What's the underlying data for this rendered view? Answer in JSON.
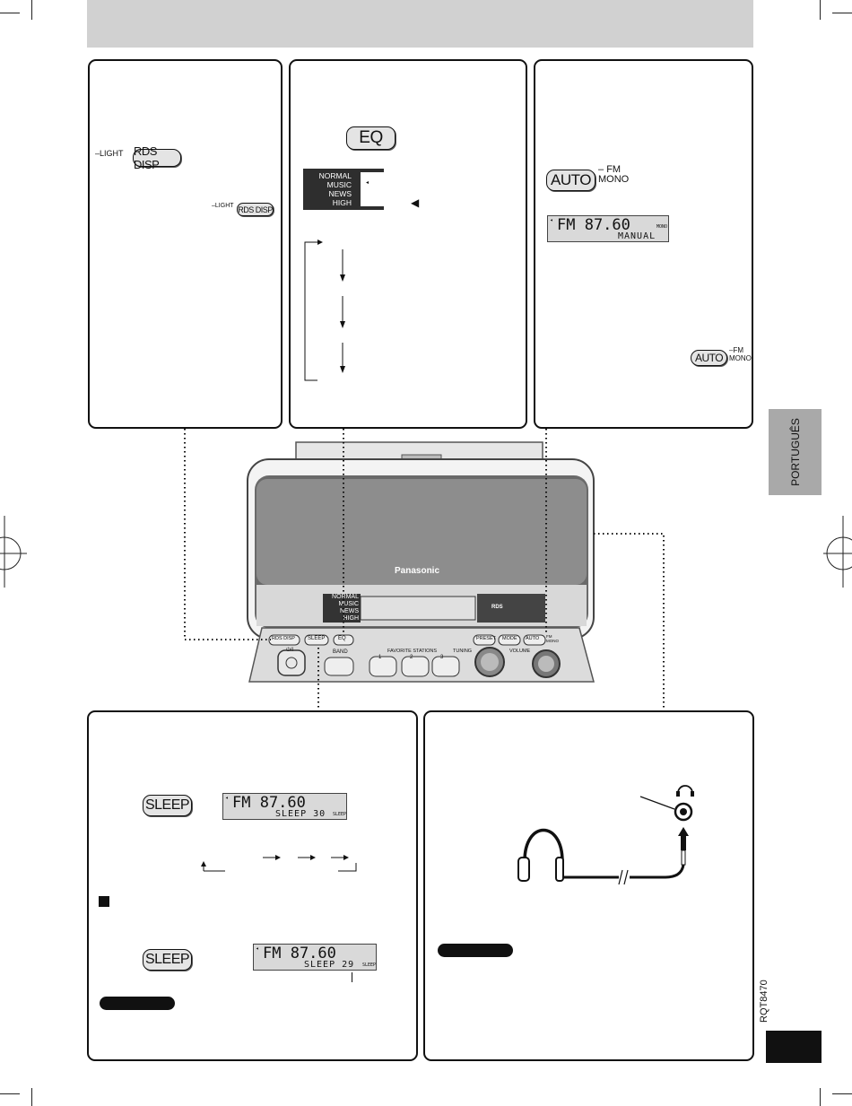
{
  "page": {
    "side_tab_label": "PORTUGUÊS",
    "model_code": "RQT8470"
  },
  "panel_rds": {
    "light_label": "LIGHT",
    "rds_disp_button": "RDS DISP",
    "light_label_small": "LIGHT",
    "rds_disp_button_small": "RDS DISP"
  },
  "panel_eq": {
    "eq_button": "EQ",
    "eq_modes": [
      "NORMAL",
      "MUSIC",
      "NEWS",
      "HIGH"
    ]
  },
  "panel_fm": {
    "auto_button": "AUTO",
    "fm_label": "FM",
    "mono_label": "MONO",
    "display_main": "FM  87.60",
    "display_sub": "MANUAL",
    "display_indicator": "MONO",
    "auto_button_small": "AUTO",
    "fm_label_small": "FM",
    "mono_label_small": "MONO"
  },
  "device": {
    "brand": "Panasonic",
    "rds_logo": "RDS",
    "eq_modes": [
      "NORMAL",
      "MUSIC",
      "NEWS",
      "HIGH"
    ],
    "buttons": {
      "rds_disp": "RDS DISP",
      "sleep": "SLEEP",
      "eq": "EQ",
      "preset": "PRESET",
      "mode": "MODE",
      "auto": "AUTO",
      "fm_mono": "FM MONO",
      "power": "⏻/I",
      "band": "BAND",
      "favorite_stations": "FAVORITE STATIONS",
      "tuning": "TUNING",
      "volume": "VOLUME",
      "fav_1": "1",
      "fav_2": "2",
      "fav_3": "3"
    }
  },
  "panel_sleep": {
    "sleep_button_1": "SLEEP",
    "display1_main": "FM  87.60",
    "display1_sub": "SLEEP  30",
    "display1_indicator": "SLEEP",
    "sleep_button_2": "SLEEP",
    "display2_main": "FM  87.60",
    "display2_sub": "SLEEP  29",
    "display2_indicator": "SLEEP"
  }
}
